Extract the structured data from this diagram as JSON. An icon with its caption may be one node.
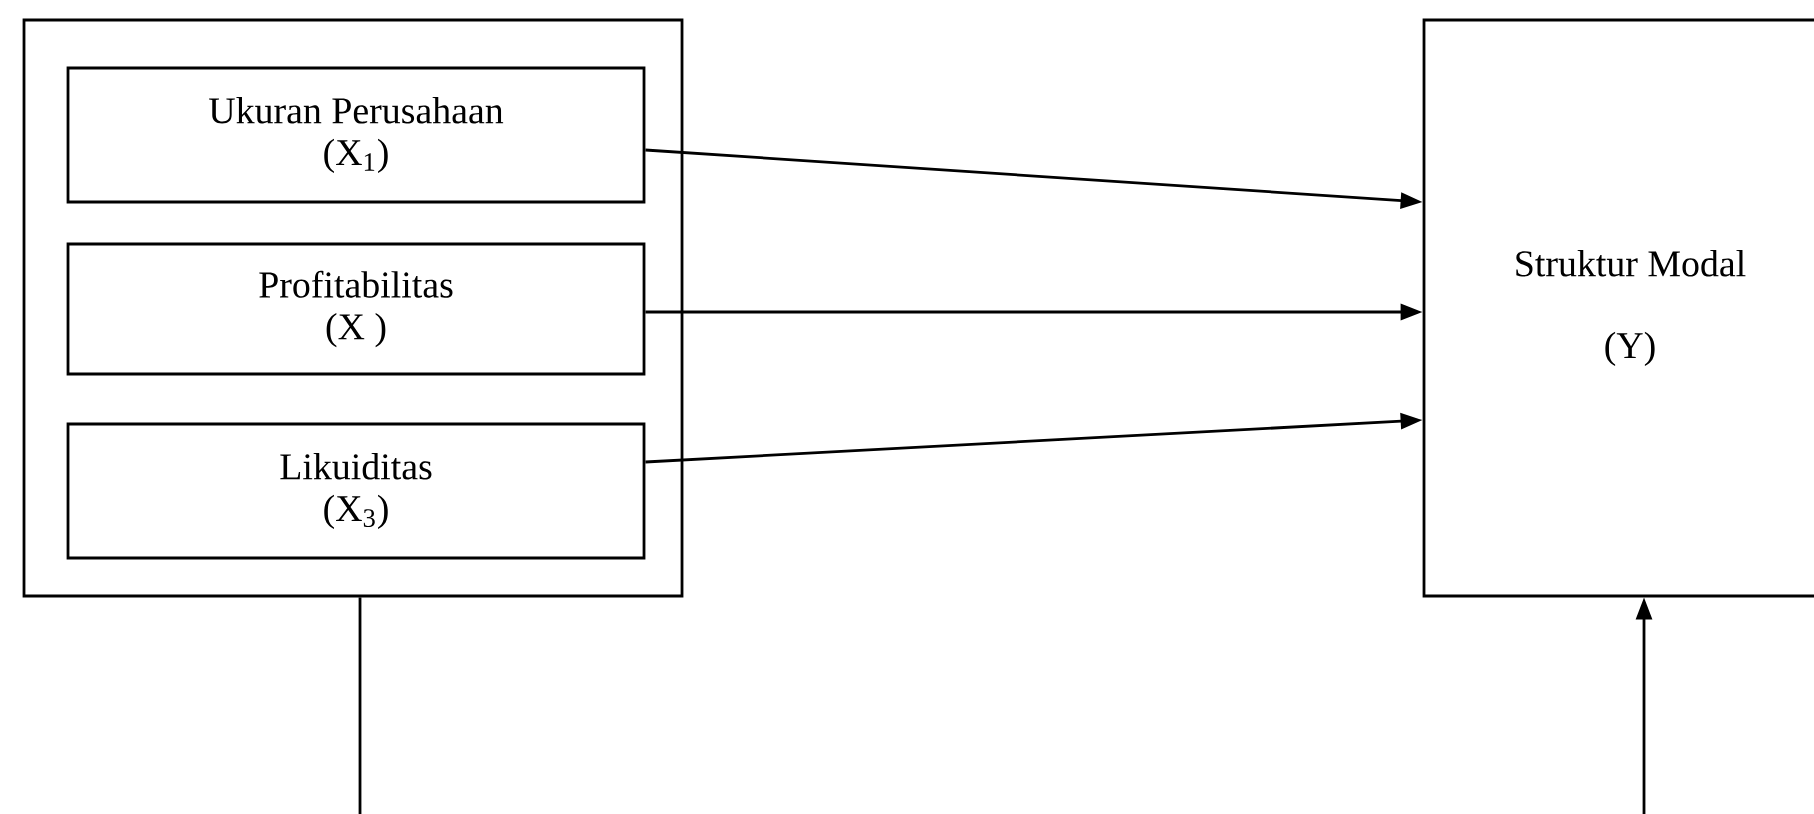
{
  "diagram": {
    "nodes": [
      {
        "text": [],
        "shape": "box"
      },
      {
        "text": [
          "Ukuran Perusahaan",
          "(X$_{1}$)"
        ],
        "in": 0
      },
      {
        "text": [
          "Profitabilitas",
          "(X )"
        ],
        "in": 0
      },
      {
        "text": [
          "Likuiditas",
          "(X$_{3}$)"
        ],
        "in": 0
      },
      {
        "text": [
          "Struktur Modal",
          "(Y)"
        ]
      }
    ],
    "edges": [
      {
        "from": 1,
        "to": 4,
        "arrow": "to"
      },
      {
        "from": 2,
        "to": 4,
        "arrow": "to"
      },
      {
        "from": 3,
        "to": 4,
        "arrow": "to"
      },
      {
        "from": 0,
        "to": null,
        "arrow": "none"
      },
      {
        "from": null,
        "to": 4,
        "arrow": "to"
      }
    ]
  }
}
